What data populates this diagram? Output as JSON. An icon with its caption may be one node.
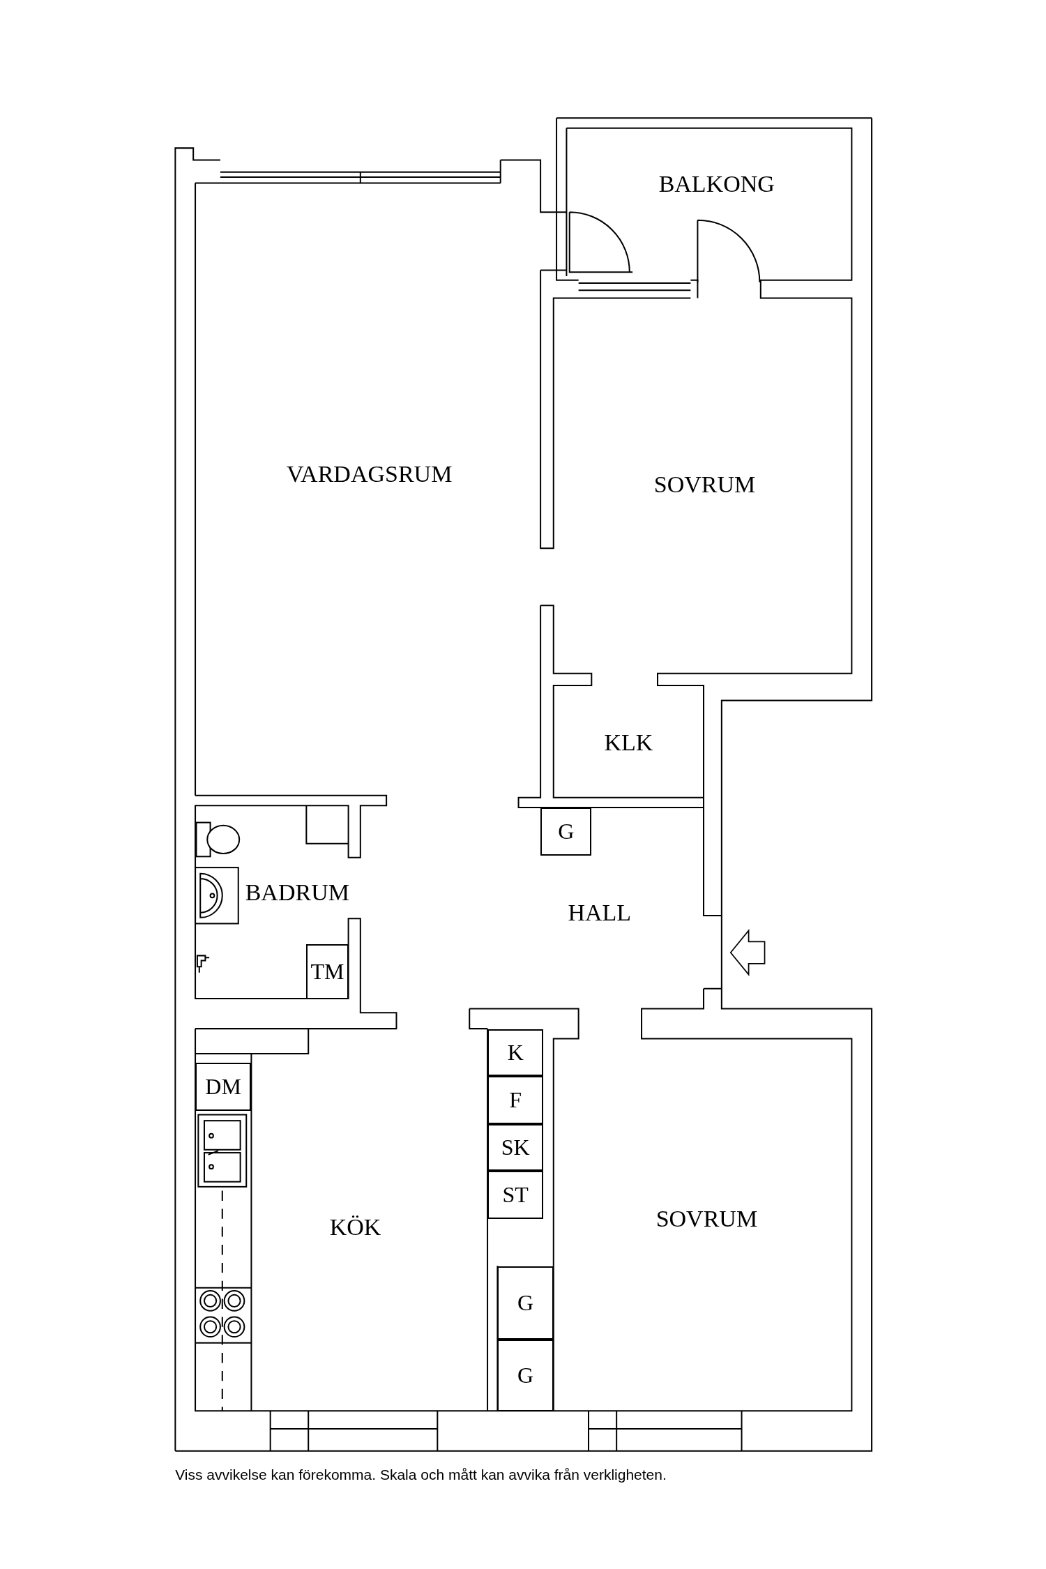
{
  "diagram": {
    "caption": "Viss avvikelse kan förekomma. Skala och mått kan avvika från verkligheten.",
    "nodes": [
      {
        "text": [
          "G"
        ]
      },
      {
        "text": [
          "TM"
        ]
      },
      {
        "text": [
          "K"
        ]
      },
      {
        "text": [
          "DM"
        ]
      },
      {
        "text": [
          "F"
        ]
      },
      {
        "text": [
          "SK"
        ]
      },
      {
        "text": [
          "ST"
        ]
      },
      {
        "text": [
          "G"
        ]
      },
      {
        "text": [
          "G"
        ]
      }
    ],
    "labels": [
      "BALKONG",
      "VARDAGSRUM",
      "SOVRUM",
      "KLK",
      "BADRUM",
      "HALL",
      "KÖK",
      "SOVRUM"
    ]
  }
}
